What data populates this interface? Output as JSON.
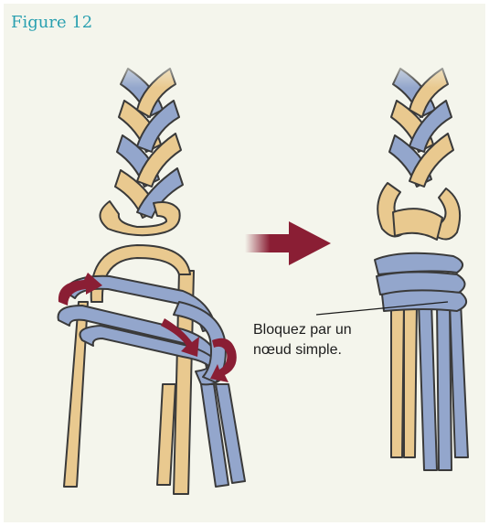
{
  "figure": {
    "title": "Figure 12"
  },
  "callout": {
    "line1": "Bloquez par un",
    "line2": "nœud simple."
  },
  "colors": {
    "panel_bg": "#f4f5ec",
    "title": "#2aa0b0",
    "cord_beige": "#e9c98f",
    "cord_blue": "#93a6cc",
    "outline": "#3a3a3a",
    "arrow": "#8a1e34"
  },
  "icons": {
    "direction_arrow": "right-arrow-icon",
    "rotation_arrows": "curved-arrow-icon"
  }
}
